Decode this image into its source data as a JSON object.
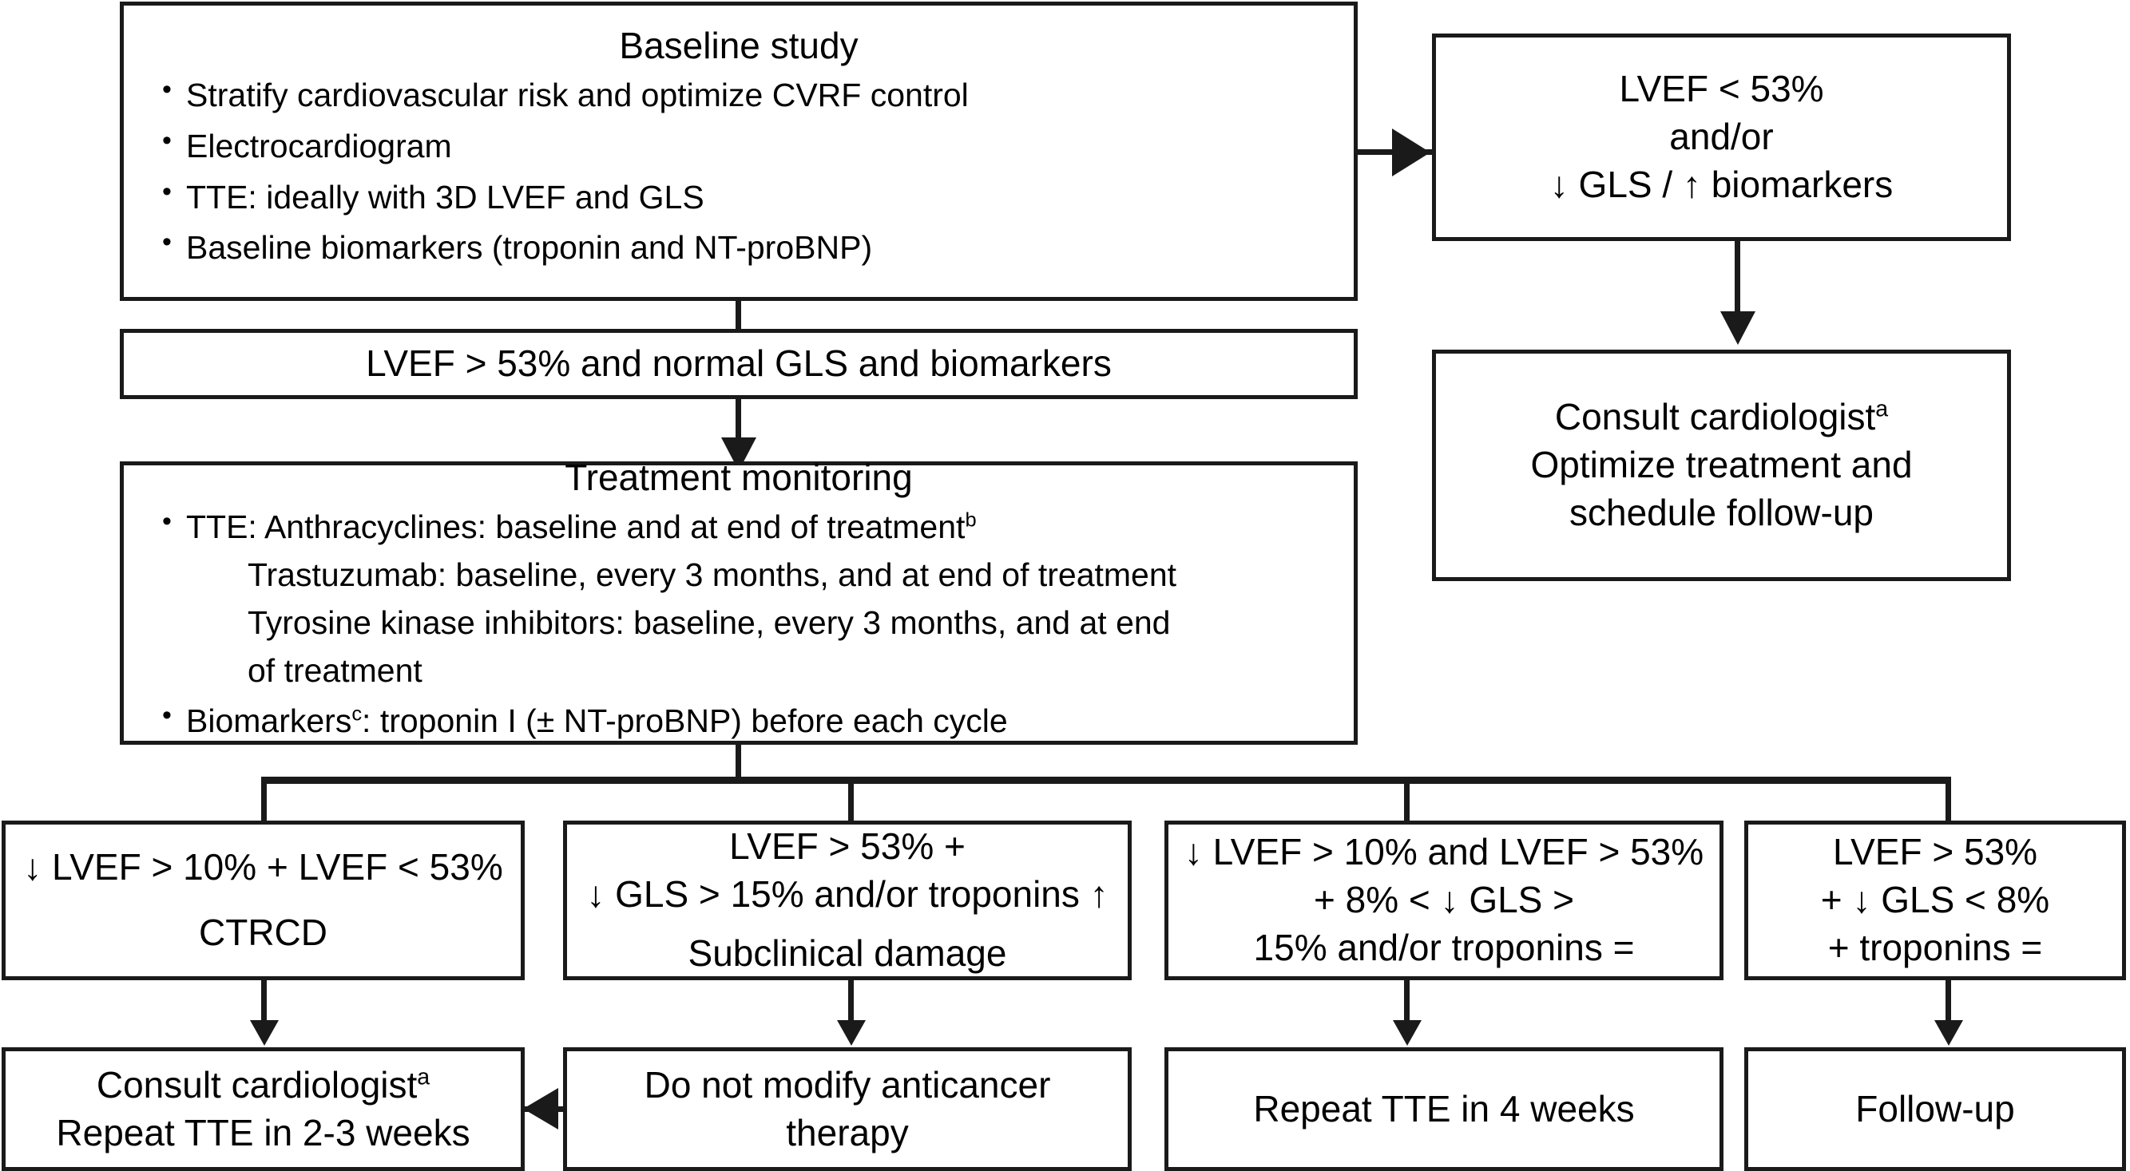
{
  "diagram": {
    "title": "Cardiotoxicity surveillance algorithm",
    "colors": {
      "stroke": "#1a1a1a",
      "background": "#ffffff",
      "text": "#000000"
    }
  },
  "baseline_study": {
    "title": "Baseline study",
    "bullets": [
      "Stratify cardiovascular risk and optimize CVRF control",
      "Electrocardiogram",
      "TTE: ideally with 3D LVEF and GLS",
      "Baseline biomarkers (troponin and NT-proBNP)"
    ]
  },
  "normal_result": {
    "text": "LVEF > 53% and normal GLS and biomarkers"
  },
  "abnormal_result": {
    "line1": "LVEF < 53%",
    "line2": "and/or",
    "line3": "↓ GLS / ↑ biomarkers"
  },
  "consult_top": {
    "line1_text": "Consult cardiologist",
    "line1_sup": "a",
    "line2": "Optimize treatment and",
    "line3": "schedule follow-up"
  },
  "treatment_monitoring": {
    "title": "Treatment monitoring",
    "bullet1_text": "TTE: Anthracyclines: baseline and at end of treatment",
    "bullet1_sup": "b",
    "bullet1_sub_lines": [
      "Trastuzumab: baseline, every 3 months, and at end of treatment",
      "Tyrosine kinase inhibitors: baseline, every 3 months, and at end",
      "of treatment"
    ],
    "bullet2_prefix": "Biomarkers",
    "bullet2_sup": "c",
    "bullet2_suffix": ": troponin I (± NT-proBNP) before each cycle"
  },
  "outcomes": [
    {
      "id": "ctrcd",
      "lines": [
        "↓ LVEF > 10% + LVEF < 53%"
      ],
      "label": "CTRCD"
    },
    {
      "id": "subclinical",
      "lines": [
        "LVEF > 53% +",
        "↓ GLS > 15% and/or troponins ↑"
      ],
      "label": "Subclinical damage"
    },
    {
      "id": "borderline",
      "lines": [
        "↓ LVEF > 10% and LVEF > 53%",
        "+ 8% < ↓ GLS >",
        "15% and/or troponins ="
      ],
      "label": ""
    },
    {
      "id": "normal-followup",
      "lines": [
        "LVEF > 53%",
        "+ ↓ GLS < 8%",
        "+ troponins ="
      ],
      "label": ""
    }
  ],
  "actions": [
    {
      "id": "consult-repeat",
      "line1_text": "Consult cardiologist",
      "line1_sup": "a",
      "line2": "Repeat TTE in 2-3 weeks"
    },
    {
      "id": "do-not-modify",
      "line1_text": "Do not modify anticancer",
      "line1_sup": "",
      "line2": "therapy"
    },
    {
      "id": "repeat-tte-4",
      "line1_text": "Repeat TTE in 4 weeks",
      "line1_sup": "",
      "line2": ""
    },
    {
      "id": "follow-up",
      "line1_text": "Follow-up",
      "line1_sup": "",
      "line2": ""
    }
  ]
}
